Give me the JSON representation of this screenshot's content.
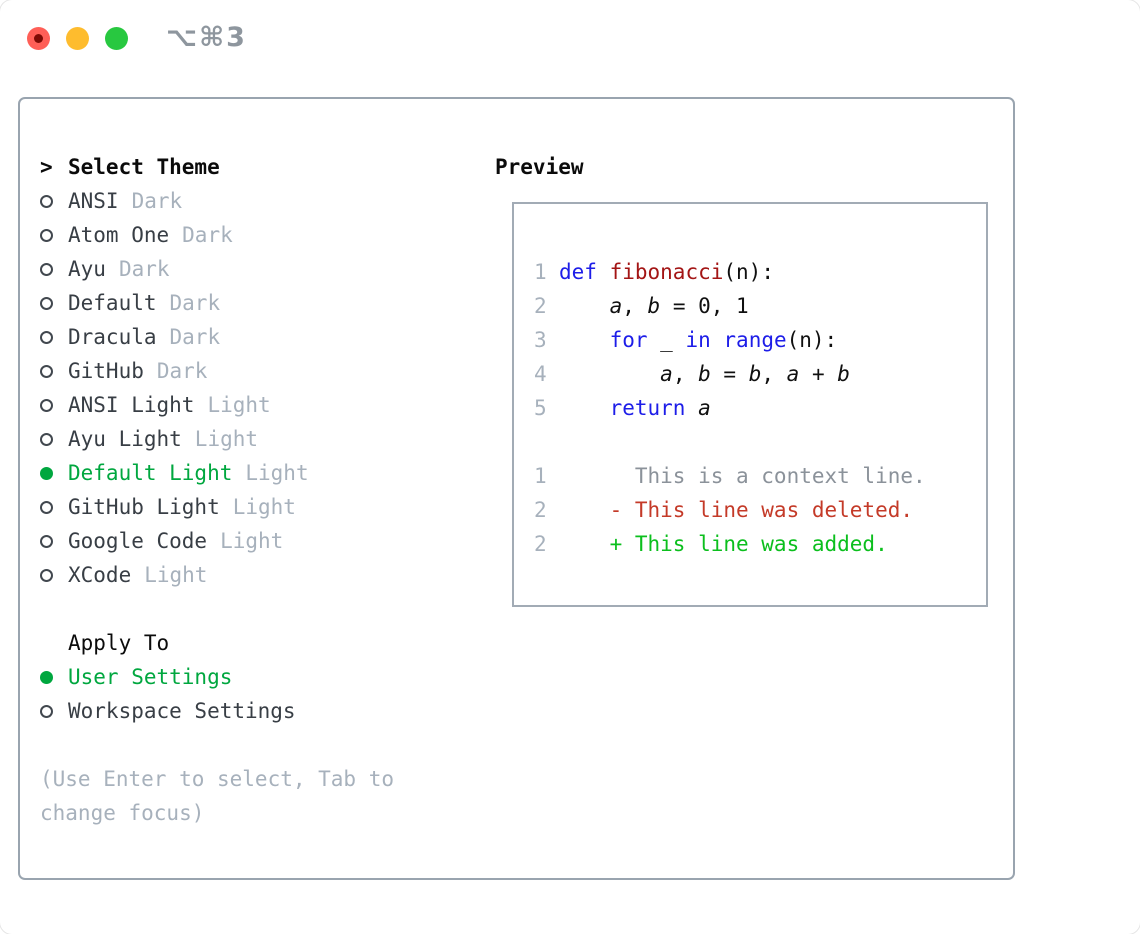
{
  "titlebar": {
    "title": "⌥⌘3"
  },
  "theme_selector": {
    "prompt": ">",
    "header": "Select Theme",
    "items": [
      {
        "name": "ANSI",
        "variant": "Dark",
        "selected": false
      },
      {
        "name": "Atom One",
        "variant": "Dark",
        "selected": false
      },
      {
        "name": "Ayu",
        "variant": "Dark",
        "selected": false
      },
      {
        "name": "Default",
        "variant": "Dark",
        "selected": false
      },
      {
        "name": "Dracula",
        "variant": "Dark",
        "selected": false
      },
      {
        "name": "GitHub",
        "variant": "Dark",
        "selected": false
      },
      {
        "name": "ANSI Light",
        "variant": "Light",
        "selected": false
      },
      {
        "name": "Ayu Light",
        "variant": "Light",
        "selected": false
      },
      {
        "name": "Default Light",
        "variant": "Light",
        "selected": true
      },
      {
        "name": "GitHub Light",
        "variant": "Light",
        "selected": false
      },
      {
        "name": "Google Code",
        "variant": "Light",
        "selected": false
      },
      {
        "name": "XCode",
        "variant": "Light",
        "selected": false
      }
    ]
  },
  "apply_to": {
    "header": "Apply To",
    "options": [
      {
        "name": "User Settings",
        "selected": true
      },
      {
        "name": "Workspace Settings",
        "selected": false
      }
    ]
  },
  "help": {
    "line1": "(Use Enter to select, Tab to",
    "line2": "change focus)"
  },
  "preview": {
    "header": "Preview",
    "code_lines": [
      {
        "num": "1",
        "tokens": [
          {
            "text": "def",
            "style": "kw"
          },
          {
            "text": " ",
            "style": "pl"
          },
          {
            "text": "fibonacci",
            "style": "fn"
          },
          {
            "text": "(n):",
            "style": "pl"
          }
        ]
      },
      {
        "num": "2",
        "tokens": [
          {
            "text": "    ",
            "style": "pl"
          },
          {
            "text": "a",
            "style": "var"
          },
          {
            "text": ", ",
            "style": "pl"
          },
          {
            "text": "b",
            "style": "var"
          },
          {
            "text": " = 0, 1",
            "style": "pl"
          }
        ]
      },
      {
        "num": "3",
        "tokens": [
          {
            "text": "    ",
            "style": "pl"
          },
          {
            "text": "for",
            "style": "kw"
          },
          {
            "text": " _ ",
            "style": "pl"
          },
          {
            "text": "in",
            "style": "kw"
          },
          {
            "text": " ",
            "style": "pl"
          },
          {
            "text": "range",
            "style": "kw"
          },
          {
            "text": "(n):",
            "style": "pl"
          }
        ]
      },
      {
        "num": "4",
        "tokens": [
          {
            "text": "        ",
            "style": "pl"
          },
          {
            "text": "a",
            "style": "var"
          },
          {
            "text": ", ",
            "style": "pl"
          },
          {
            "text": "b",
            "style": "var"
          },
          {
            "text": " = ",
            "style": "pl"
          },
          {
            "text": "b",
            "style": "var"
          },
          {
            "text": ", ",
            "style": "pl"
          },
          {
            "text": "a",
            "style": "var"
          },
          {
            "text": " + ",
            "style": "pl"
          },
          {
            "text": "b",
            "style": "var"
          }
        ]
      },
      {
        "num": "5",
        "tokens": [
          {
            "text": "    ",
            "style": "pl"
          },
          {
            "text": "return",
            "style": "kw"
          },
          {
            "text": " ",
            "style": "pl"
          },
          {
            "text": "a",
            "style": "var"
          }
        ]
      }
    ],
    "diff_lines": [
      {
        "num": "1",
        "text": "      This is a context line.",
        "type": "context"
      },
      {
        "num": "2",
        "text": "    - This line was deleted.",
        "type": "deleted"
      },
      {
        "num": "2",
        "text": "    + This line was added.",
        "type": "added"
      }
    ]
  },
  "colors": {
    "selected_green": "#00a73f",
    "added_green": "#0bbf1d",
    "deleted_red": "#c43a28",
    "keyword_blue": "#1d1de8",
    "function_red": "#a31515",
    "muted_gray": "#a7b1bc",
    "panel_border": "#99a4af",
    "traffic_red": "#ff5f57",
    "traffic_yellow": "#febc2e",
    "traffic_green": "#28c840"
  }
}
